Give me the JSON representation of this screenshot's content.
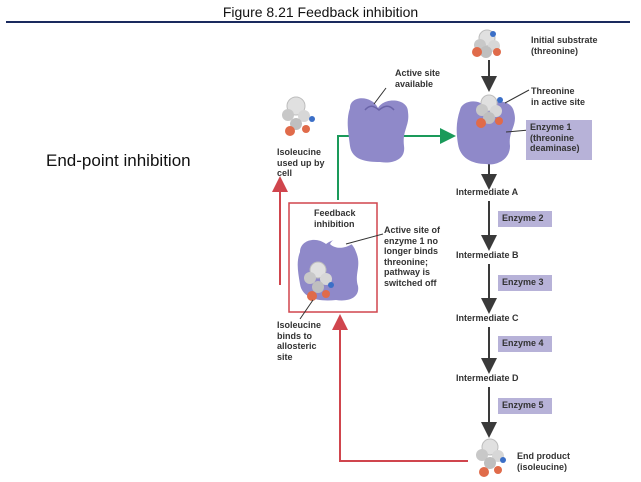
{
  "figure": {
    "title": "Figure 8.21  Feedback inhibition"
  },
  "side_label": "End-point inhibition",
  "labels": {
    "initial_substrate": [
      "Initial substrate",
      "(threonine)"
    ],
    "active_site_available": [
      "Active site",
      "available"
    ],
    "threonine_in_active_site": [
      "Threonine",
      "in active site"
    ],
    "enzyme1": [
      "Enzyme 1",
      "(threonine",
      "deaminase)"
    ],
    "isoleucine_used": [
      "Isoleucine",
      "used up by",
      "cell"
    ],
    "feedback_inhibition": [
      "Feedback",
      "inhibition"
    ],
    "active_site_enzyme1": [
      "Active site of",
      "enzyme 1 no",
      "longer binds",
      "threonine;",
      "pathway is",
      "switched off"
    ],
    "isoleucine_binds": [
      "Isoleucine",
      "binds to",
      "allosteric",
      "site"
    ],
    "intermediate_a": "Intermediate A",
    "intermediate_b": "Intermediate B",
    "intermediate_c": "Intermediate C",
    "intermediate_d": "Intermediate D",
    "enzyme2": "Enzyme 2",
    "enzyme3": "Enzyme 3",
    "enzyme4": "Enzyme 4",
    "enzyme5": "Enzyme 5",
    "end_product": [
      "End product",
      "(isoleucine)"
    ]
  },
  "colors": {
    "enzyme": "#8f89c9",
    "enzyme_box": "#b7b2d8",
    "inhibit_arrow": "#d0454d",
    "activate_arrow": "#1a9a5a",
    "title_rule": "#1a2a5e"
  }
}
